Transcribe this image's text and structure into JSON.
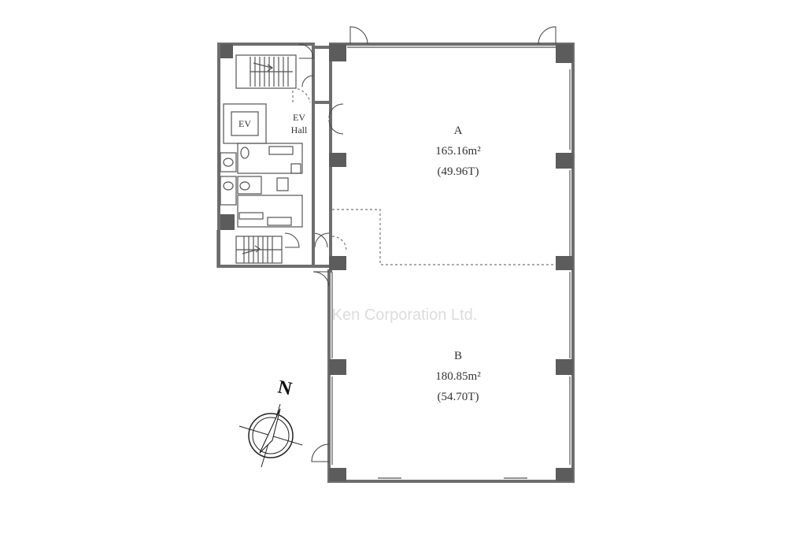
{
  "units": [
    {
      "id": "A",
      "name": "A",
      "area": "165.16m²",
      "tsubo": "(49.96T)"
    },
    {
      "id": "B",
      "name": "B",
      "area": "180.85m²",
      "tsubo": "(54.70T)"
    }
  ],
  "core": {
    "ev_label": "EV",
    "ev_hall_line1": "EV",
    "ev_hall_line2": "Hall"
  },
  "compass": {
    "label": "N"
  },
  "watermark": "Ken Corporation Ltd.",
  "colors": {
    "wall": "#6e6e6e",
    "column": "#5c5c5c",
    "text": "#333333"
  }
}
